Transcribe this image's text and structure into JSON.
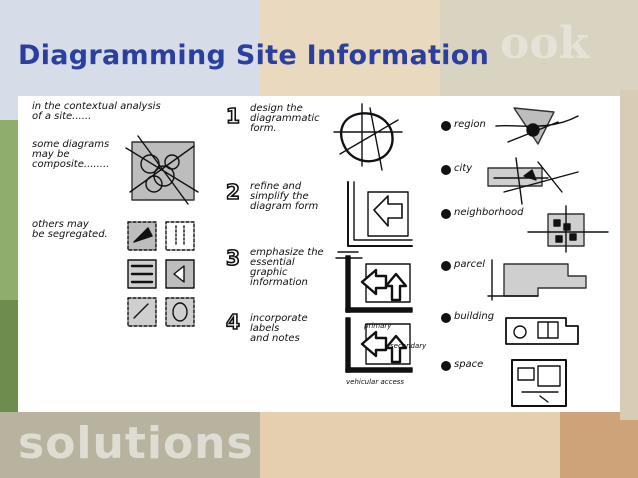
{
  "slide": {
    "title": "Diagramming Site Information",
    "bottom_word": "solutions",
    "watermark_word": "ook",
    "colors": {
      "title": "#2b3f9e",
      "panel": "#ffffff",
      "ink": "#111111"
    }
  },
  "figure": {
    "column1": {
      "intro": "in the contextual analysis\nof a site......",
      "composite": "some diagrams\nmay be\ncomposite........",
      "segregated": "others may\nbe segregated."
    },
    "steps": [
      {
        "number": "1",
        "text": "design the\ndiagrammatic\nform."
      },
      {
        "number": "2",
        "text": "refine and\nsimplify the\ndiagram form"
      },
      {
        "number": "3",
        "text": "emphasize the\nessential\ngraphic\ninformation"
      },
      {
        "number": "4",
        "text": "incorporate\nlabels\nand notes"
      }
    ],
    "step4_labels": {
      "primary": "primary",
      "secondary": "secondary",
      "access": "vehicular access"
    },
    "scales": [
      "region",
      "city",
      "neighborhood",
      "parcel",
      "building",
      "space"
    ]
  }
}
